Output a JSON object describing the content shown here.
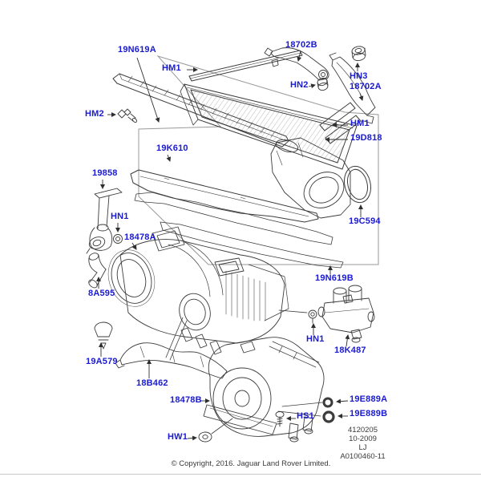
{
  "diagram": {
    "type": "exploded-parts-diagram",
    "subject": "Heater and air conditioning unit assembly",
    "labels": [
      {
        "id": "19N619A",
        "text": "19N619A"
      },
      {
        "id": "HM1-a",
        "text": "HM1"
      },
      {
        "id": "18702B",
        "text": "18702B"
      },
      {
        "id": "HN2",
        "text": "HN2"
      },
      {
        "id": "HN3",
        "text": "HN3"
      },
      {
        "id": "18702A",
        "text": "18702A"
      },
      {
        "id": "HM1-b",
        "text": "HM1"
      },
      {
        "id": "19D818",
        "text": "19D818"
      },
      {
        "id": "HM2",
        "text": "HM2"
      },
      {
        "id": "19K610",
        "text": "19K610"
      },
      {
        "id": "19858",
        "text": "19858"
      },
      {
        "id": "HN1-a",
        "text": "HN1"
      },
      {
        "id": "18478A",
        "text": "18478A"
      },
      {
        "id": "19C594",
        "text": "19C594"
      },
      {
        "id": "19N619B",
        "text": "19N619B"
      },
      {
        "id": "8A595",
        "text": "8A595"
      },
      {
        "id": "19A579",
        "text": "19A579"
      },
      {
        "id": "18B462",
        "text": "18B462"
      },
      {
        "id": "HN1-b",
        "text": "HN1"
      },
      {
        "id": "18K487",
        "text": "18K487"
      },
      {
        "id": "18478B",
        "text": "18478B"
      },
      {
        "id": "HS1",
        "text": "HS1"
      },
      {
        "id": "HW1",
        "text": "HW1"
      },
      {
        "id": "19E889A",
        "text": "19E889A"
      },
      {
        "id": "19E889B",
        "text": "19E889B"
      }
    ],
    "footer": {
      "doc_number": "4120205",
      "date_code": "10-2009",
      "model_code": "LJ",
      "drawing_number": "A0100460-11"
    },
    "copyright": "© Copyright, 2016. Jaguar Land Rover Limited.",
    "colors": {
      "label_blue": "#1a1ad2",
      "line": "#3c3c3c",
      "assembly_box_line": "#999999"
    }
  }
}
